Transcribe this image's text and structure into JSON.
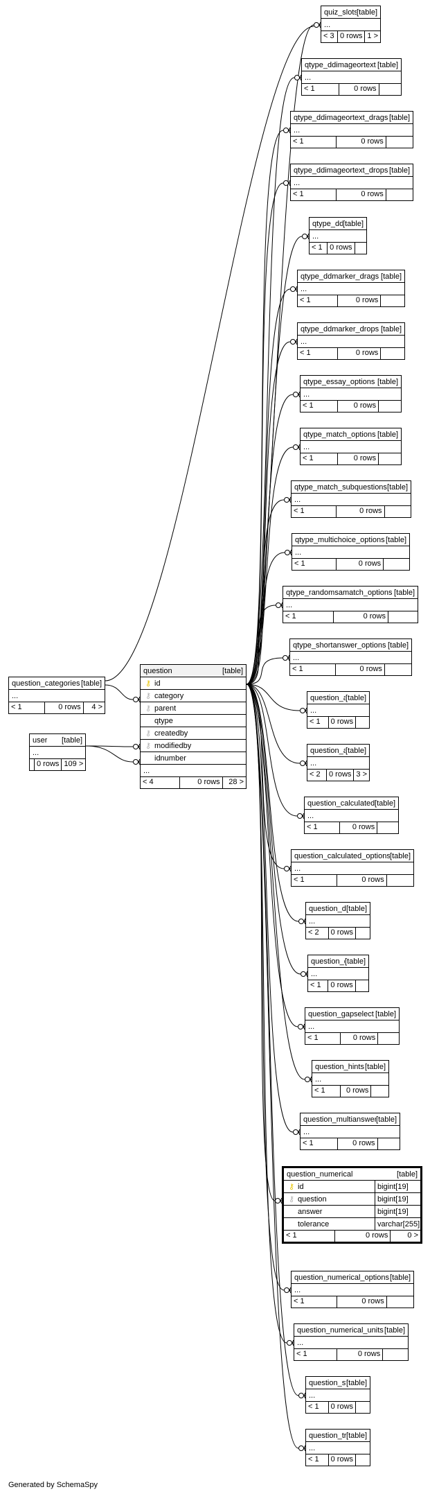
{
  "generated_by": "Generated by SchemaSpy",
  "table_tag": "[table]",
  "colors": {
    "primary_key_icon": "#e8c400",
    "foreign_key_icon": "#b0b0b0",
    "lines": "#000000"
  },
  "icons": {
    "primary_key": "key-icon",
    "foreign_key": "foreign-key-icon",
    "cardinality": "crow-foot-icon"
  },
  "question": {
    "name": "question",
    "columns": [
      {
        "name": "id",
        "key": "pk"
      },
      {
        "name": "category",
        "key": "fk"
      },
      {
        "name": "parent",
        "key": "fk"
      },
      {
        "name": "qtype",
        "key": ""
      },
      {
        "name": "createdby",
        "key": "fk"
      },
      {
        "name": "modifiedby",
        "key": "fk"
      },
      {
        "name": "idnumber",
        "key": ""
      }
    ],
    "ellipsis": "...",
    "footer": [
      "< 4",
      "0 rows",
      "28 >"
    ]
  },
  "question_categories": {
    "name": "question_categories",
    "ellipsis": "...",
    "footer": [
      "< 1",
      "0 rows",
      "4 >"
    ]
  },
  "user": {
    "name": "user",
    "ellipsis": "...",
    "footer": [
      "",
      "0 rows",
      "109 >"
    ]
  },
  "question_numerical": {
    "name": "question_numerical",
    "columns": [
      {
        "name": "id",
        "type": "bigint[19]",
        "key": "pk"
      },
      {
        "name": "question",
        "type": "bigint[19]",
        "key": "fk"
      },
      {
        "name": "answer",
        "type": "bigint[19]",
        "key": ""
      },
      {
        "name": "tolerance",
        "type": "varchar[255]",
        "key": ""
      }
    ],
    "footer": [
      "< 1",
      "0 rows",
      "0 >"
    ]
  },
  "children": [
    {
      "name": "quiz_slots",
      "ellipsis": "...",
      "footer": [
        "< 3",
        "0 rows",
        "1 >"
      ]
    },
    {
      "name": "qtype_ddimageortext",
      "ellipsis": "...",
      "footer": [
        "< 1",
        "0 rows",
        ""
      ]
    },
    {
      "name": "qtype_ddimageortext_drags",
      "ellipsis": "...",
      "footer": [
        "< 1",
        "0 rows",
        ""
      ]
    },
    {
      "name": "qtype_ddimageortext_drops",
      "ellipsis": "...",
      "footer": [
        "< 1",
        "0 rows",
        ""
      ]
    },
    {
      "name": "qtype_ddmarker",
      "ellipsis": "...",
      "footer": [
        "< 1",
        "0 rows",
        ""
      ]
    },
    {
      "name": "qtype_ddmarker_drags",
      "ellipsis": "...",
      "footer": [
        "< 1",
        "0 rows",
        ""
      ]
    },
    {
      "name": "qtype_ddmarker_drops",
      "ellipsis": "...",
      "footer": [
        "< 1",
        "0 rows",
        ""
      ]
    },
    {
      "name": "qtype_essay_options",
      "ellipsis": "...",
      "footer": [
        "< 1",
        "0 rows",
        ""
      ]
    },
    {
      "name": "qtype_match_options",
      "ellipsis": "...",
      "footer": [
        "< 1",
        "0 rows",
        ""
      ]
    },
    {
      "name": "qtype_match_subquestions",
      "ellipsis": "...",
      "footer": [
        "< 1",
        "0 rows",
        ""
      ]
    },
    {
      "name": "qtype_multichoice_options",
      "ellipsis": "...",
      "footer": [
        "< 1",
        "0 rows",
        ""
      ]
    },
    {
      "name": "qtype_randomsamatch_options",
      "ellipsis": "...",
      "footer": [
        "< 1",
        "0 rows",
        ""
      ]
    },
    {
      "name": "qtype_shortanswer_options",
      "ellipsis": "...",
      "footer": [
        "< 1",
        "0 rows",
        ""
      ]
    },
    {
      "name": "question_answers",
      "ellipsis": "...",
      "footer": [
        "< 1",
        "0 rows",
        ""
      ]
    },
    {
      "name": "question_attempts",
      "ellipsis": "...",
      "footer": [
        "< 2",
        "0 rows",
        "3 >"
      ]
    },
    {
      "name": "question_calculated",
      "ellipsis": "...",
      "footer": [
        "< 1",
        "0 rows",
        ""
      ]
    },
    {
      "name": "question_calculated_options",
      "ellipsis": "...",
      "footer": [
        "< 1",
        "0 rows",
        ""
      ]
    },
    {
      "name": "question_datasets",
      "ellipsis": "...",
      "footer": [
        "< 2",
        "0 rows",
        ""
      ]
    },
    {
      "name": "question_ddwtos",
      "ellipsis": "...",
      "footer": [
        "< 1",
        "0 rows",
        ""
      ]
    },
    {
      "name": "question_gapselect",
      "ellipsis": "...",
      "footer": [
        "< 1",
        "0 rows",
        ""
      ]
    },
    {
      "name": "question_hints",
      "ellipsis": "...",
      "footer": [
        "< 1",
        "0 rows",
        ""
      ]
    },
    {
      "name": "question_multianswer",
      "ellipsis": "...",
      "footer": [
        "< 1",
        "0 rows",
        ""
      ]
    },
    {
      "name": "question_numerical_options",
      "ellipsis": "...",
      "footer": [
        "< 1",
        "0 rows",
        ""
      ]
    },
    {
      "name": "question_numerical_units",
      "ellipsis": "...",
      "footer": [
        "< 1",
        "0 rows",
        ""
      ]
    },
    {
      "name": "question_statistics",
      "ellipsis": "...",
      "footer": [
        "< 1",
        "0 rows",
        ""
      ]
    },
    {
      "name": "question_truefalse",
      "ellipsis": "...",
      "footer": [
        "< 1",
        "0 rows",
        ""
      ]
    }
  ]
}
